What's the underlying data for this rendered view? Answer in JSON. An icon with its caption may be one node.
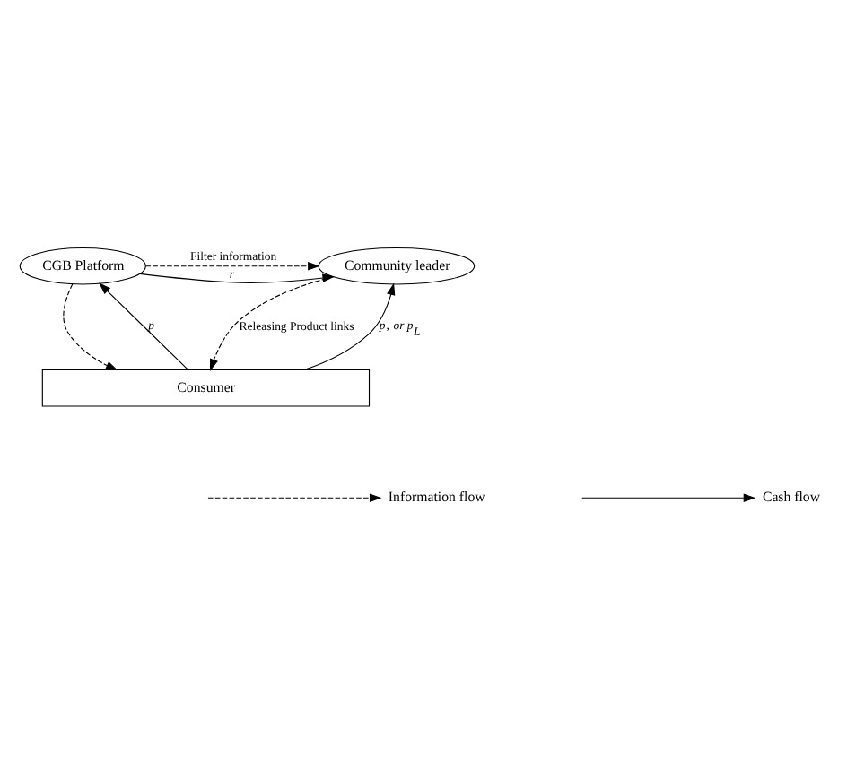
{
  "diagram": {
    "nodes": [
      {
        "text": [
          "CGB Platform"
        ]
      },
      {
        "text": [
          "Community leader"
        ]
      },
      {
        "text": [
          "Consumer"
        ]
      }
    ],
    "edges": [
      {
        "from": 0,
        "to": 1,
        "arrow": "to",
        "label": "*r*"
      },
      {
        "from": 0,
        "to": 1,
        "arrow": "to",
        "label": "Filter information",
        "style": "dashed"
      },
      {
        "from": 0,
        "to": 2,
        "arrow": "to",
        "style": "dashed"
      },
      {
        "from": 2,
        "to": 0,
        "arrow": "to",
        "label": "*p*"
      },
      {
        "from": 1,
        "to": 2,
        "arrow": "to",
        "label": "Releasing Product links",
        "style": "dashed"
      },
      {
        "from": 2,
        "to": 1,
        "arrow": "to",
        "label": "*p*, *or p*$_{L}$"
      }
    ],
    "legend": [
      {
        "text": "Information flow"
      },
      {
        "text": "Cash flow"
      }
    ]
  }
}
